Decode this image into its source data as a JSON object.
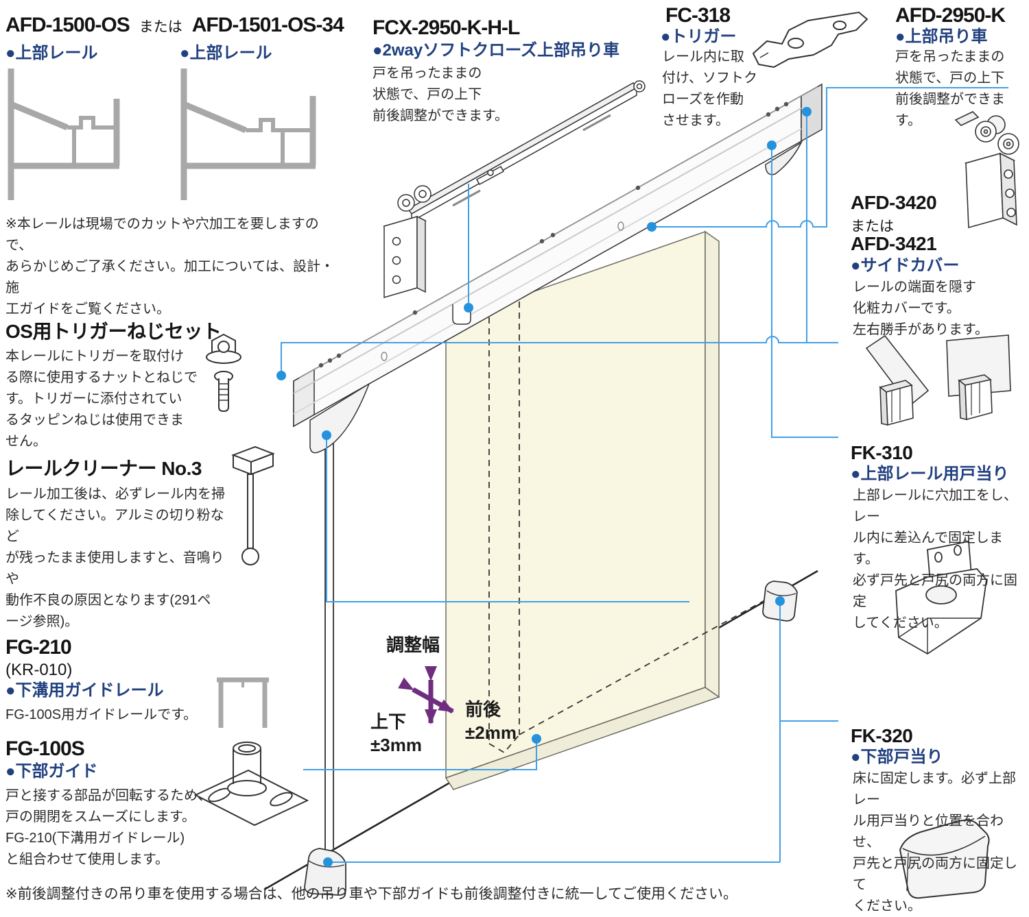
{
  "colors": {
    "accent_blue": "#21407f",
    "leader_blue": "#3fa0e8",
    "dot_blue": "#2492dc",
    "door_cream": "#f9f6e2",
    "profile_gray": "#a8a8a8",
    "arrow_purple": "#6f2d7f"
  },
  "top_left": {
    "model_a": "AFD-1500-OS",
    "conj": "または",
    "model_b": "AFD-1501-OS-34",
    "subtitle": "●上部レール",
    "note": "※本レールは現場でのカットや穴加工を要しますので、\nあらかじめご了承ください。加工については、設計・施\n工ガイドをご覧ください。"
  },
  "os_trigger": {
    "heading": "OS用トリガーねじセット",
    "body": "本レールにトリガーを取付け\nる際に使用するナットとねじで\nす。トリガーに添付されてい\nるタッピンねじは使用できま\nせん。"
  },
  "cleaner": {
    "heading": "レールクリーナー No.3",
    "body": "レール加工後は、必ずレール内を掃\n除してください。アルミの切り粉など\nが残ったまま使用しますと、音鳴りや\n動作不良の原因となります(291ペ\nージ参照)。"
  },
  "fg210": {
    "heading": "FG-210",
    "alias": "(KR-010)",
    "subtitle": "●下溝用ガイドレール",
    "body": "FG-100S用ガイドレールです。"
  },
  "fg100s": {
    "heading": "FG-100S",
    "subtitle": "●下部ガイド",
    "body": "戸と接する部品が回転するため、\n戸の開閉をスムーズにします。\nFG-210(下溝用ガイドレール)\nと組合わせて使用します。"
  },
  "fcx": {
    "heading": "FCX-2950-K-H-L",
    "subtitle": "●2wayソフトクローズ上部吊り車",
    "body": "戸を吊ったままの\n状態で、戸の上下\n前後調整ができます。"
  },
  "fc318": {
    "heading": "FC-318",
    "subtitle": "●トリガー",
    "body": "レール内に取\n付け、ソフトク\nローズを作動\nさせます。"
  },
  "afd2950k": {
    "heading": "AFD-2950-K",
    "subtitle": "●上部吊り車",
    "body": "戸を吊ったままの\n状態で、戸の上下\n前後調整ができま\nす。"
  },
  "side_cover": {
    "model_a": "AFD-3420",
    "conj": "または",
    "model_b": "AFD-3421",
    "subtitle": "●サイドカバー",
    "body": "レールの端面を隠す\n化粧カバーです。\n左右勝手があります。"
  },
  "fk310": {
    "heading": "FK-310",
    "subtitle": "●上部レール用戸当り",
    "body": "上部レールに穴加工をし、レー\nル内に差込んで固定します。\n必ず戸先と戸尻の両方に固定\nしてください。"
  },
  "fk320": {
    "heading": "FK-320",
    "subtitle": "●下部戸当り",
    "body": "床に固定します。必ず上部レー\nル用戸当りと位置を合わせ、\n戸先と戸尻の両方に固定して\nください。"
  },
  "adjustment": {
    "title": "調整幅",
    "vertical_label": "上下\n±3mm",
    "horizontal_label": "前後\n±2mm"
  },
  "footnote": "※前後調整付きの吊り車を使用する場合は、他の吊り車や下部ガイドも前後調整付きに統一してご使用ください。"
}
